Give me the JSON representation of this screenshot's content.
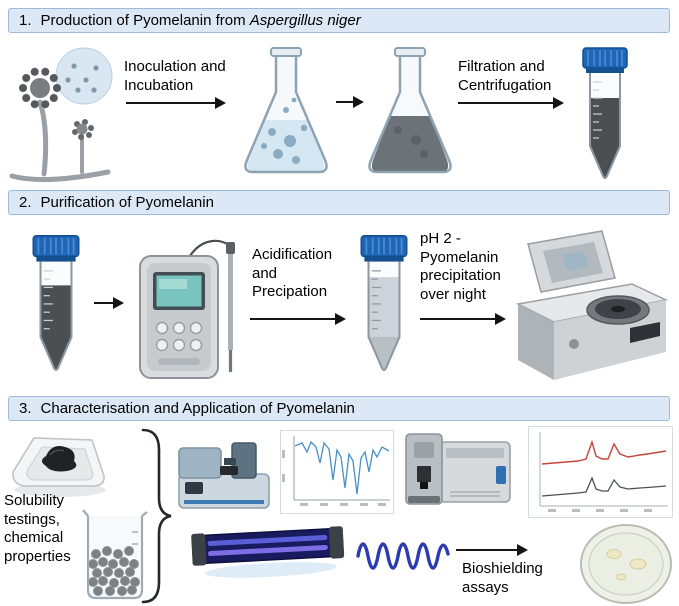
{
  "figure": {
    "sections": {
      "s1": {
        "number": "1.",
        "title_plain": "Production of Pyomelanin from",
        "title_italic": "Aspergillus niger"
      },
      "s2": {
        "number": "2.",
        "title": "Purification of Pyomelanin"
      },
      "s3": {
        "number": "3.",
        "title": "Characterisation and Application of Pyomelanin"
      }
    },
    "step_labels": {
      "inoculation": "Inoculation and Incubation",
      "filtration": "Filtration and Centrifugation",
      "acidification": "Acidification and Precipation",
      "ph_precipitation": "pH 2 - Pyomelanin precipitation over night",
      "solubility": "Solubility testings, chemical properties",
      "bioshielding": "Bioshielding assays"
    },
    "icons": [
      "aspergillus-niger-fungus-icon",
      "culture-flask-icon",
      "pyomelanin-flask-icon",
      "falcon-tube-pyomelanin-icon",
      "ph-meter-icon",
      "falcon-tube-precipitate-icon",
      "centrifuge-icon",
      "weighing-boat-icon",
      "beaker-granules-icon",
      "ftir-spectrometer-icon",
      "ir-spectrum-plot-icon",
      "raman-spectrometer-icon",
      "raman-spectrum-plot-icon",
      "uv-lamp-icon",
      "uv-wave-icon",
      "petri-dish-icon",
      "grouping-brace-icon"
    ],
    "colors": {
      "header_fill": "#dce8f6",
      "header_border": "#9dbbd9",
      "tube_cap_blue": "#1e66b8",
      "culture_liquid_blue": "#cde3f2",
      "pyomelanin_black": "#17191b",
      "ph_screen_teal": "#79c4bf",
      "uv_lamp_navy": "#181b5e",
      "wave_blue": "#2b3bb0",
      "ir_trace_blue": "#4a90c4",
      "raman_trace_red": "#c4453c",
      "raman_trace_black": "#4d5154"
    }
  }
}
